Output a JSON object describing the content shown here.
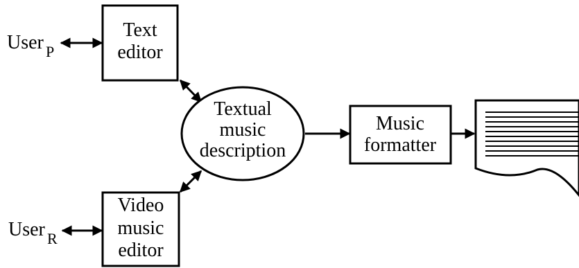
{
  "users": {
    "p": {
      "name": "User",
      "sub": "P"
    },
    "r": {
      "name": "User",
      "sub": "R"
    }
  },
  "boxes": {
    "text_editor": [
      "Text",
      "editor"
    ],
    "video_music_editor": [
      "Video",
      "music",
      "editor"
    ],
    "textual_music_description": [
      "Textual",
      "music",
      "description"
    ],
    "music_formatter": [
      "Music",
      "formatter"
    ]
  }
}
